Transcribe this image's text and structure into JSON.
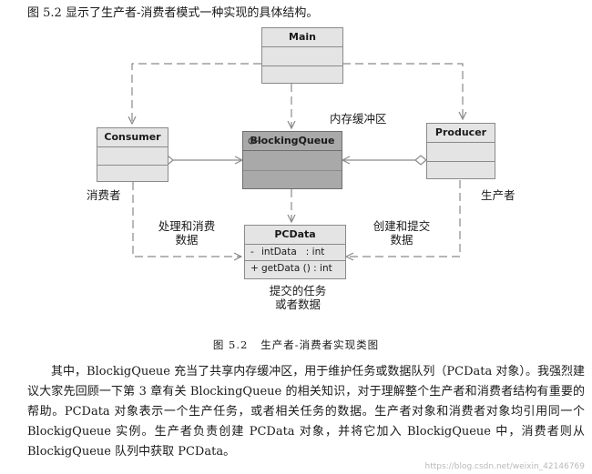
{
  "intro_text": "图 5.2 显示了生产者-消费者模式一种实现的具体结构。",
  "classes": {
    "main": {
      "name": "Main"
    },
    "consumer": {
      "name": "Consumer"
    },
    "blocking_queue": {
      "name": "BlockingQueue"
    },
    "producer": {
      "name": "Producer"
    },
    "pcdata": {
      "name": "PCData",
      "attribute": {
        "visibility": "-",
        "text": "intData   : int"
      },
      "operation": {
        "visibility": "+",
        "text": "getData () : int"
      }
    }
  },
  "labels": {
    "memory_buffer": "内存缓冲区",
    "consumer_cn": "消费者",
    "producer_cn": "生产者",
    "process_data": [
      "处理和消费",
      "数据"
    ],
    "create_submit": [
      "创建和提交",
      "数据"
    ],
    "submitted_task": [
      "提交的任务",
      "或者数据"
    ]
  },
  "caption": "图 5.2   生产者-消费者实现类图",
  "body_text": "其中，BlockigQueue 充当了共享内存缓冲区，用于维护任务或数据队列（PCData 对象）。我强烈建议大家先回顾一下第 3 章有关 BlockingQueue 的相关知识，对于理解整个生产者和消费者结构有重要的帮助。PCData 对象表示一个生产任务，或者相关任务的数据。生产者对象和消费者对象均引用同一个 BlockigQueue 实例。生产者负责创建 PCData 对象，并将它加入 BlockigQueue 中，消费者则从 BlockigQueue 队列中获取 PCData。",
  "watermark": "https://blog.csdn.net/weixin_42146769"
}
